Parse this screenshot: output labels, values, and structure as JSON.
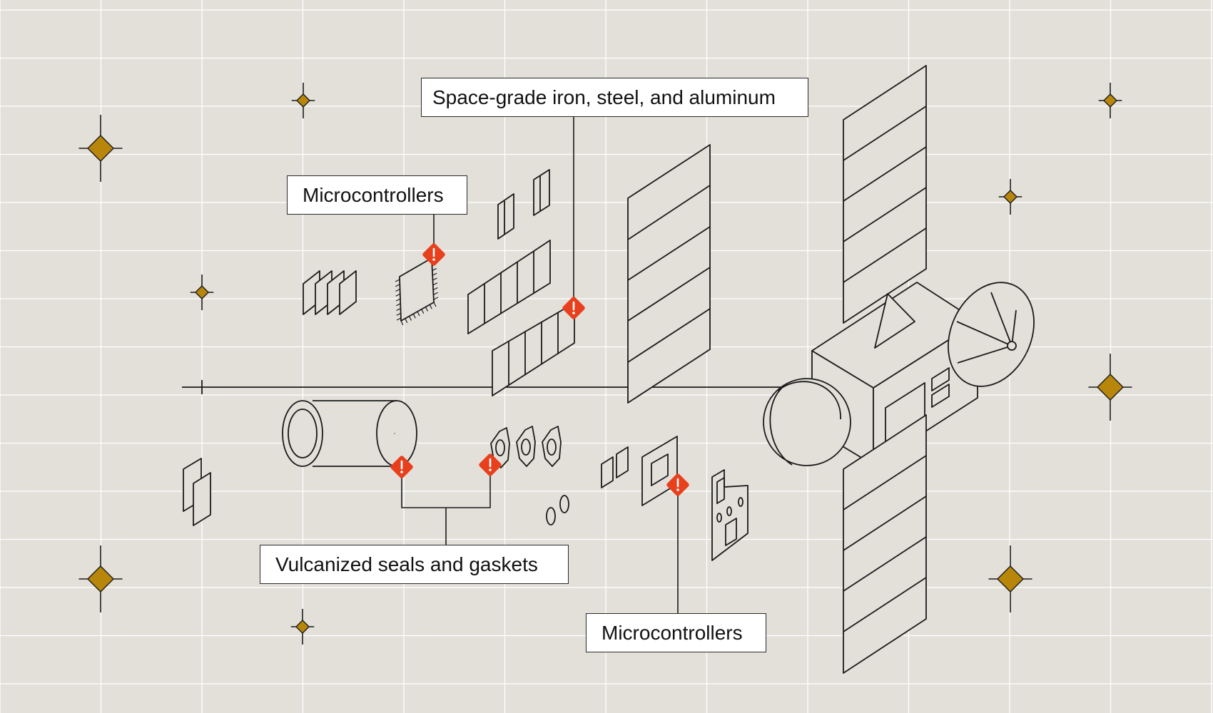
{
  "labels": {
    "metals": "Space-grade iron, steel, and aluminum",
    "microcontrollers_top": "Microcontrollers",
    "seals": "Vulcanized seals and gaskets",
    "microcontrollers_bottom": "Microcontrollers"
  },
  "colors": {
    "background": "#e3e0da",
    "grid": "#ffffff",
    "line": "#1a1a1a",
    "star": "#b8860b",
    "warning": "#e8401c"
  },
  "icons": {
    "warning": "warning-diamond-icon",
    "star": "sparkle-star-icon"
  }
}
